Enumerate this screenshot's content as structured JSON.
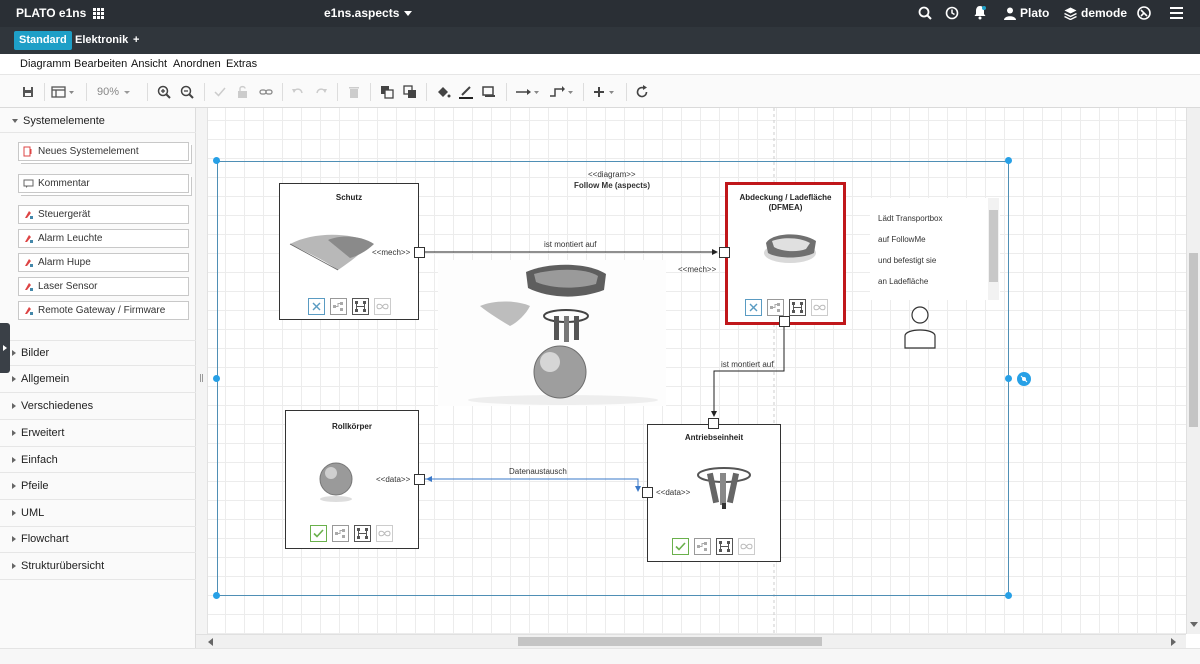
{
  "app": {
    "brand": "PLATO e1ns",
    "project": "e1ns.aspects",
    "user": "Plato",
    "workspace": "demode"
  },
  "tabs": [
    {
      "label": "Standard",
      "active": true
    },
    {
      "label": "Elektronik",
      "active": false
    },
    {
      "label": "+",
      "active": false
    }
  ],
  "menu": [
    "Diagramm",
    "Bearbeiten",
    "Ansicht",
    "Anordnen",
    "Extras"
  ],
  "toolbar": {
    "zoom": "90%"
  },
  "sidebar": {
    "systemelemente": {
      "title": "Systemelemente",
      "items": [
        {
          "label": "Neues Systemelement",
          "icon": "new-element-icon"
        },
        {
          "label": "Kommentar",
          "icon": "comment-icon"
        },
        {
          "label": "Steuergerät",
          "icon": "element-icon"
        },
        {
          "label": "Alarm Leuchte",
          "icon": "element-icon"
        },
        {
          "label": "Alarm Hupe",
          "icon": "element-icon"
        },
        {
          "label": "Laser Sensor",
          "icon": "element-icon"
        },
        {
          "label": "Remote Gateway / Firmware",
          "icon": "element-icon"
        }
      ]
    },
    "sections": [
      "Bilder",
      "Allgemein",
      "Verschiedenes",
      "Erweitert",
      "Einfach",
      "Pfeile",
      "UML",
      "Flowchart",
      "Strukturübersicht"
    ]
  },
  "diagram": {
    "stereotype": "<<diagram>>",
    "title": "Follow Me (aspects)",
    "nodes": {
      "schutz": {
        "title": "Schutz",
        "port_label": "<<mech>>"
      },
      "abdeckung": {
        "title_line1": "Abdeckung / Ladefläche",
        "title_line2": "(DFMEA)",
        "port_label": "<<mech>>"
      },
      "rollkoerper": {
        "title": "Rollkörper",
        "port_label": "<<data>>"
      },
      "antrieb": {
        "title": "Antriebseinheit",
        "port_label": "<<data>>"
      }
    },
    "edges": {
      "e1": "ist montiert auf",
      "e2": "ist montiert auf",
      "e3": "Datenaustausch"
    },
    "comment": [
      "Lädt Transportbox",
      "auf FollowMe",
      "und befestigt sie",
      "an Ladefläche"
    ]
  },
  "colors": {
    "topbar": "#2a2f35",
    "accent": "#1e9fc7",
    "highlight_border": "#c0171b",
    "handle": "#27a0e6",
    "ok_green": "#6ab04c",
    "x_blue": "#5a9bc2"
  }
}
